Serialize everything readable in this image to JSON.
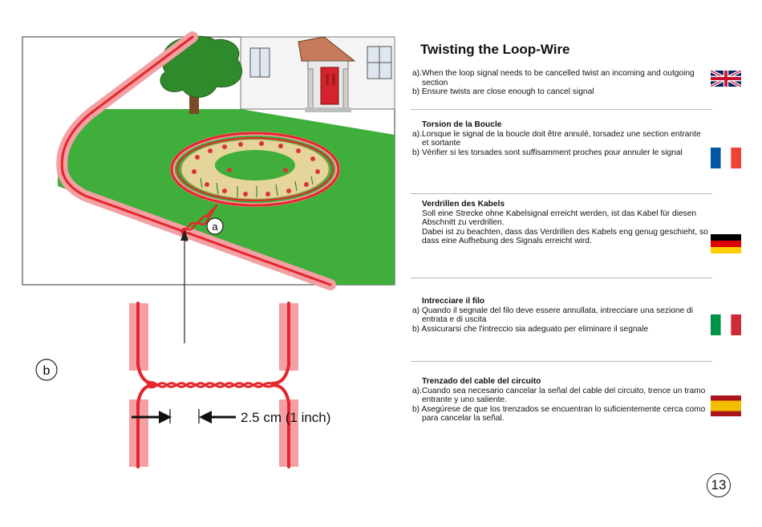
{
  "title": "Twisting the Loop-Wire",
  "sections": [
    {
      "lang": "en",
      "heading": "",
      "lines": [
        "a).When the loop signal needs to be cancelled twist an incoming and outgoing section",
        "b) Ensure twists are close enough to cancel signal"
      ]
    },
    {
      "lang": "fr",
      "heading": "Torsion de la Boucle",
      "lines": [
        "a).Lorsque le signal de la boucle doit être annulé, torsadez une section entrante et sortante",
        "b) Vérifier si les torsades sont suffisamment proches pour annuler le signal"
      ]
    },
    {
      "lang": "de",
      "heading": "Verdrillen des Kabels",
      "lines": [
        "Soll eine Strecke ohne Kabelsignal erreicht werden, ist das Kabel für diesen Abschnitt zu verdrillen.",
        "Dabei ist zu beachten, dass das Verdrillen des Kabels eng genug geschieht, so dass eine Aufhebung des Signals erreicht wird."
      ]
    },
    {
      "lang": "it",
      "heading": "Intrecciare il filo",
      "lines": [
        "a) Quando il segnale del filo deve essere annullata, intrecciare una sezione di entrata e di uscita",
        "b) Assicurarsi che l'intreccio sia adeguato per eliminare il segnale"
      ]
    },
    {
      "lang": "es",
      "heading": "Trenzado del cable del circuito",
      "lines": [
        "a).Cuando sea necesario cancelar la señal del cable del circuito, trence un tramo entrante y uno saliente.",
        "b) Asegúrese de que los trenzados se encuentran lo suficientemente cerca como para cancelar la señal."
      ]
    }
  ],
  "diagram": {
    "label_a": "a",
    "label_b": "b",
    "measurement": "2.5 cm (1 inch)"
  },
  "page_number": "13",
  "colors": {
    "grass": "#3fae3a",
    "wire": "#e5262c",
    "wire_halo": "#f3a0a4",
    "flower_bed": "#e6d59a",
    "house_door": "#d4242b",
    "tree": "#2f8a2b",
    "trunk": "#7a4a26"
  },
  "flags": [
    "uk-flag",
    "france-flag",
    "germany-flag",
    "italy-flag",
    "spain-flag"
  ]
}
